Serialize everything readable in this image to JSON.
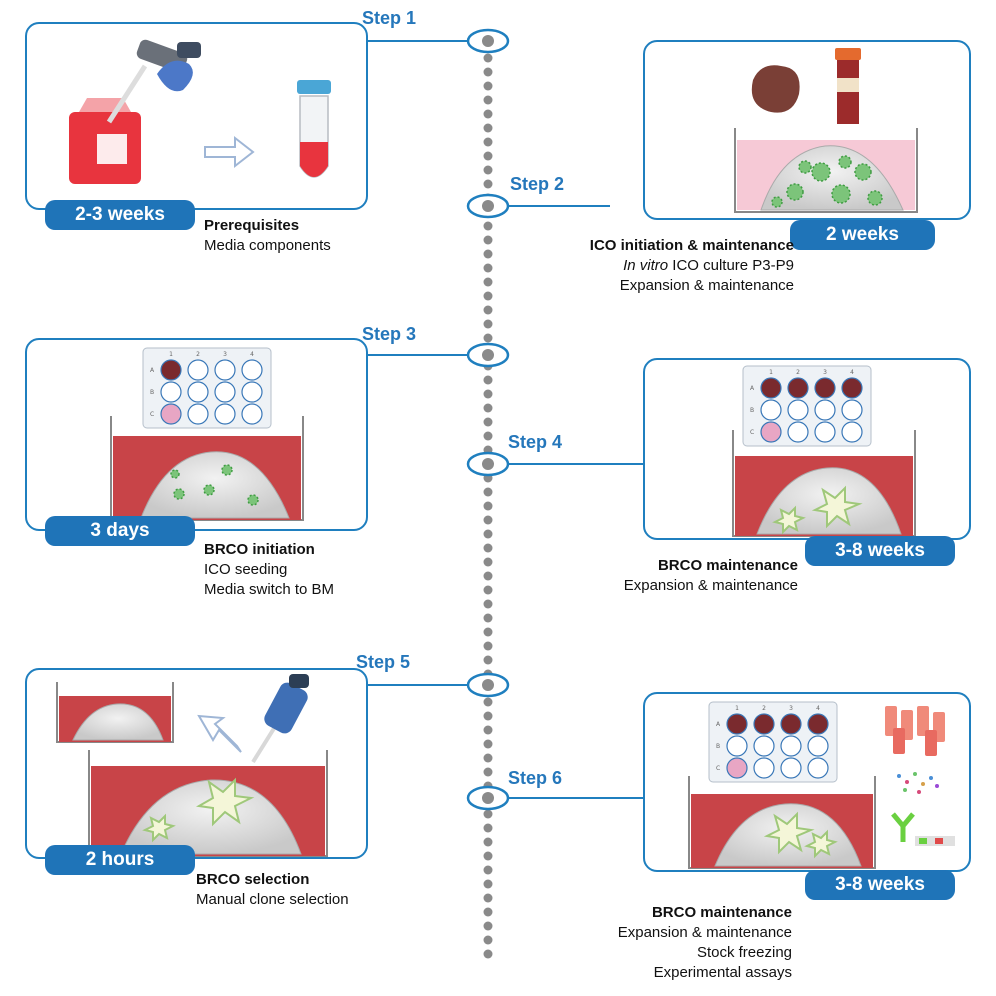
{
  "steps": [
    {
      "label": "Step 1",
      "duration": "2-3 weeks",
      "title": "Prerequisites",
      "lines": [
        "Media components"
      ]
    },
    {
      "label": "Step 2",
      "duration": "2 weeks",
      "title": "ICO initiation & maintenance",
      "lines_rich": [
        {
          "italic": "In vitro",
          "rest": " ICO culture P3-P9"
        }
      ],
      "lines": [
        "Expansion & maintenance"
      ]
    },
    {
      "label": "Step 3",
      "duration": "3 days",
      "title": "BRCO initiation",
      "lines": [
        "ICO seeding",
        "Media switch to BM"
      ]
    },
    {
      "label": "Step 4",
      "duration": "3-8 weeks",
      "title": "BRCO maintenance",
      "lines": [
        "Expansion & maintenance"
      ]
    },
    {
      "label": "Step 5",
      "duration": "2 hours",
      "title": "BRCO selection",
      "lines": [
        "Manual clone selection"
      ]
    },
    {
      "label": "Step 6",
      "duration": "3-8 weeks",
      "title": "BRCO maintenance",
      "lines": [
        "Expansion & maintenance",
        "Stock freezing",
        "Experimental assays"
      ]
    }
  ],
  "plate": {
    "columns": [
      "1",
      "2",
      "3",
      "4"
    ],
    "rows": [
      "A",
      "B",
      "C"
    ]
  },
  "colors": {
    "accent": "#1f74b8",
    "timeline": "#8a8a8a",
    "media_red": "#c84448",
    "media_pink": "#f6c9d6",
    "organoid_green": "#7cc47a"
  }
}
